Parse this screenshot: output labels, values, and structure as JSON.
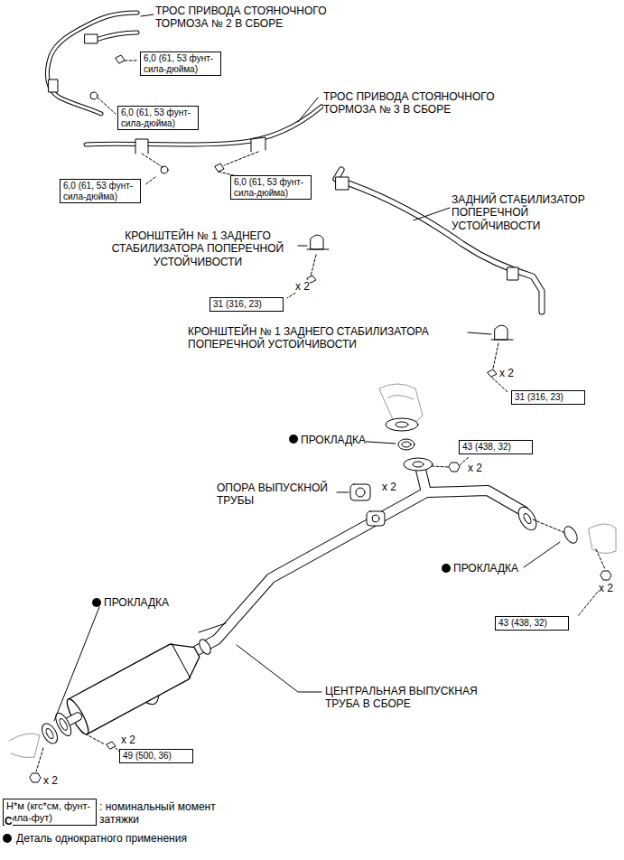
{
  "diagram": {
    "nodes": [
      {
        "text": [
          "6,0 (61, 53 фунт-сила-дюйма)"
        ]
      },
      {
        "text": [
          "6,0 (61, 53 фунт-сила-дюйма)"
        ]
      },
      {
        "text": [
          "6,0 (61, 53 фунт-сила-дюйма)"
        ]
      },
      {
        "text": [
          "6,0 (61, 53 фунт-сила-дюйма)"
        ]
      },
      {
        "text": [
          "31 (316, 23)"
        ]
      },
      {
        "text": [
          "31 (316, 23)"
        ]
      },
      {
        "text": [
          "43 (438, 32)"
        ]
      },
      {
        "text": [
          "43 (438, 32)"
        ]
      },
      {
        "text": [
          "49 (500, 36)"
        ]
      },
      {
        "text": [
          "Н*м (кгс*см, фунт-сила-фут)"
        ]
      }
    ],
    "labels": [
      "ТРОС ПРИВОДА СТОЯНОЧНОГО ТОРМОЗА № 2 В СБОРЕ",
      "ТРОС ПРИВОДА СТОЯНОЧНОГО ТОРМОЗА № 3 В СБОРЕ",
      "ЗАДНИЙ СТАБИЛИЗАТОР ПОПЕРЕЧНОЙ УСТОЙЧИВОСТИ",
      "КРОНШТЕЙН № 1 ЗАДНЕГО СТАБИЛИЗАТОРА ПОПЕРЕЧНОЙ УСТОЙЧИВОСТИ",
      "x 2",
      "КРОНШТЕЙН № 1 ЗАДНЕГО СТАБИЛИЗАТОРА ПОПЕРЕЧНОЙ УСТОЙЧИВОСТИ",
      "x 2",
      "ПРОКЛАДКА",
      "x 2",
      "ОПОРА ВЫПУСКНОЙ ТРУБЫ",
      "x 2",
      "ПРОКЛАДКА",
      "x 2",
      "ПРОКЛАДКА",
      "ЦЕНТРАЛЬНАЯ ВЫПУСКНАЯ ТРУБА В СБОРЕ",
      "x 2",
      "x 2",
      "C"
    ],
    "legend": [
      {
        "text": ": номинальный момент затяжки"
      },
      {
        "text": "Деталь однократного применения"
      }
    ]
  }
}
